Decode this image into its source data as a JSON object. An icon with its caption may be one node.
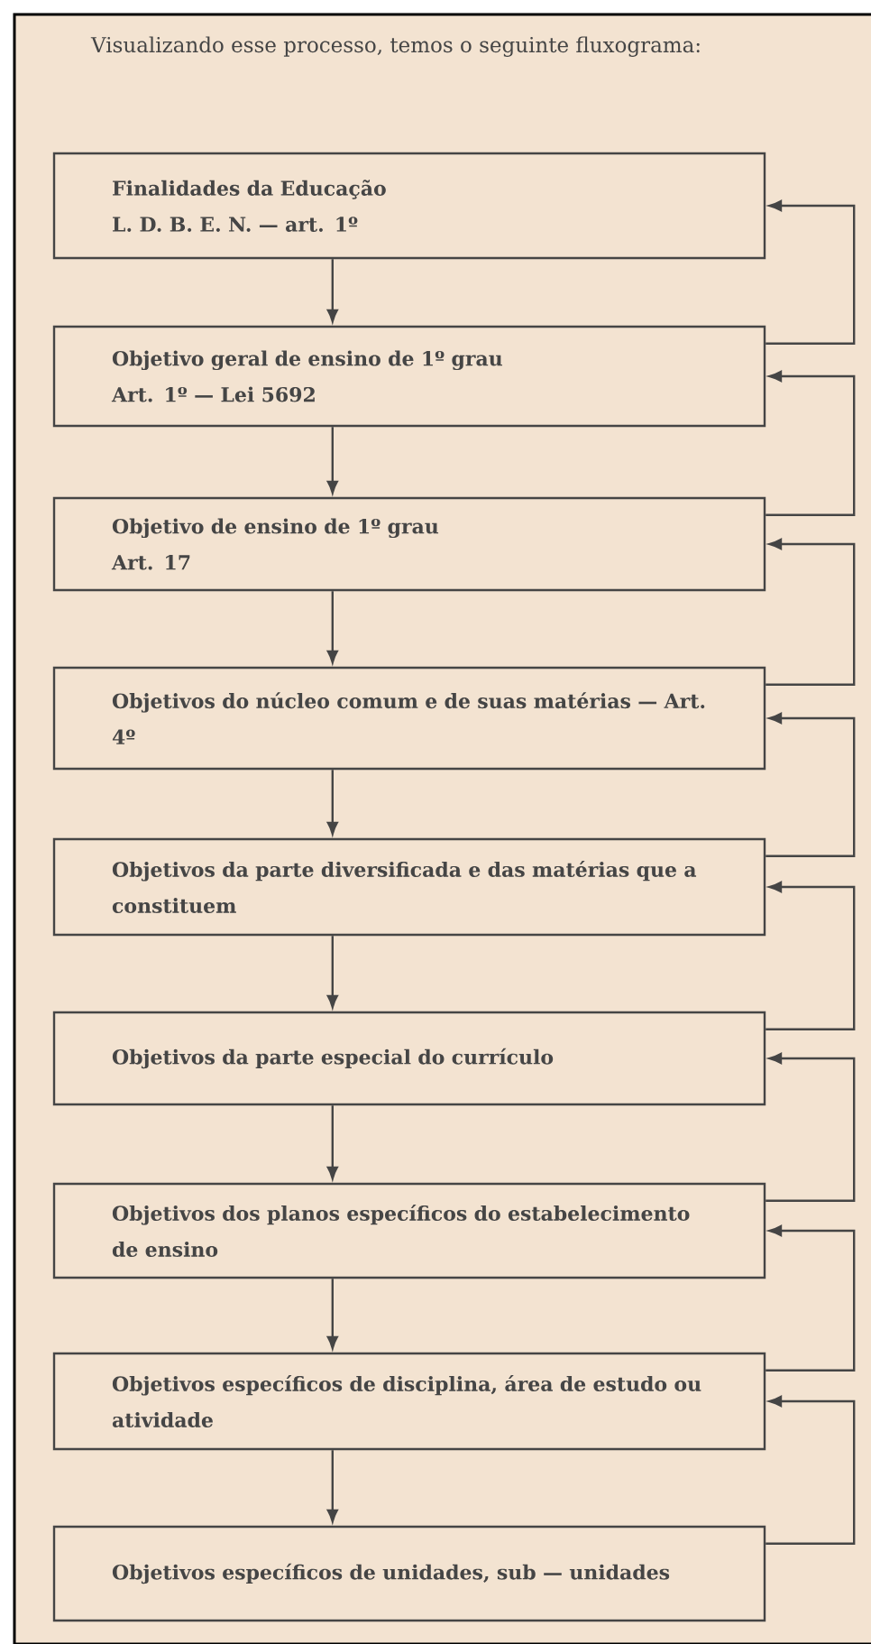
{
  "diagram": {
    "nodes": [
      {
        "text": [
          "Finalidades da Educação",
          "L. D. B. E. N. — art. 1º"
        ]
      },
      {
        "text": [
          "Objetivo geral de ensino de 1º grau",
          "Art. 1º — Lei 5692"
        ]
      },
      {
        "text": [
          "Objetivo de ensino de 1º grau",
          "Art. 17"
        ]
      },
      {
        "text": [
          "Objetivos do núcleo comum e de suas matérias — Art. 4º"
        ]
      },
      {
        "text": [
          "Objetivos da parte diversificada e das matérias que a constituem"
        ]
      },
      {
        "text": [
          "Objetivos da parte especial do currículo"
        ]
      },
      {
        "text": [
          "Objetivos dos planos específicos do estabelecimento de ensino"
        ]
      },
      {
        "text": [
          "Objetivos específicos de disciplina, área de estudo ou atividade"
        ]
      },
      {
        "text": [
          "Objetivos específicos de unidades, sub — unidades"
        ]
      }
    ],
    "edges": [
      {
        "from": 0,
        "to": 1,
        "arrow": "to"
      },
      {
        "from": 1,
        "to": 2,
        "arrow": "to"
      },
      {
        "from": 2,
        "to": 3,
        "arrow": "to"
      },
      {
        "from": 3,
        "to": 4,
        "arrow": "to"
      },
      {
        "from": 4,
        "to": 5,
        "arrow": "to"
      },
      {
        "from": 5,
        "to": 6,
        "arrow": "to"
      },
      {
        "from": 6,
        "to": 7,
        "arrow": "to"
      },
      {
        "from": 7,
        "to": 8,
        "arrow": "to"
      },
      {
        "from": 1,
        "to": 0,
        "arrow": "to"
      },
      {
        "from": 2,
        "to": 1,
        "arrow": "to"
      },
      {
        "from": 3,
        "to": 2,
        "arrow": "to"
      },
      {
        "from": 4,
        "to": 3,
        "arrow": "to"
      },
      {
        "from": 5,
        "to": 4,
        "arrow": "to"
      },
      {
        "from": 6,
        "to": 5,
        "arrow": "to"
      },
      {
        "from": 7,
        "to": 6,
        "arrow": "to"
      },
      {
        "from": 8,
        "to": 7,
        "arrow": "to"
      }
    ],
    "labels": [
      "Visualizando esse processo, temos o seguinte fluxograma:"
    ]
  }
}
